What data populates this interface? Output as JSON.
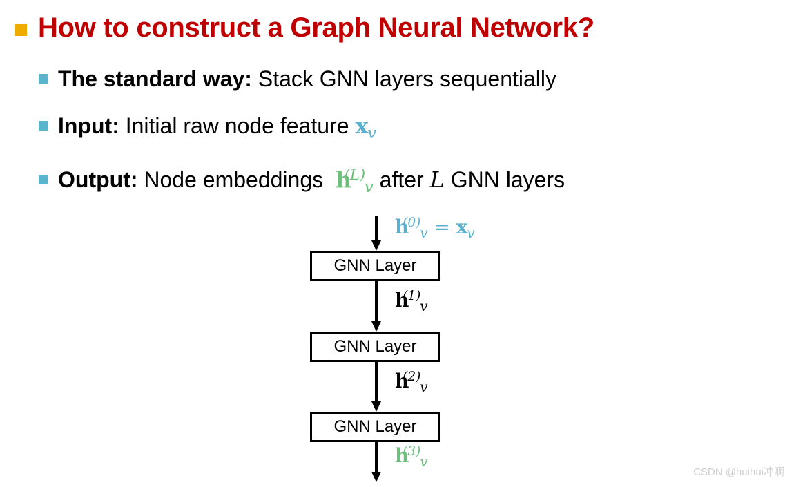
{
  "slide": {
    "title": "How to construct a Graph Neural Network?",
    "title_color": "#C00000",
    "bullet_l1_color": "#F0AB00",
    "bullet_l2_color": "#5BB4CC",
    "background": "#FFFFFF"
  },
  "bullets": [
    {
      "id": "standard-way",
      "label": "The standard way:",
      "body": " Stack GNN layers sequentially",
      "has_math": false
    },
    {
      "id": "input",
      "label": "Input:",
      "body": " Initial raw node feature ",
      "has_math": true,
      "math": {
        "base": "x",
        "sub": "v",
        "sup": "",
        "color": "#5BAFCF"
      }
    },
    {
      "id": "output",
      "label": "Output:",
      "body": " Node embeddings ",
      "has_math": true,
      "math": {
        "base": "h",
        "sub": "v",
        "sup": "(L)",
        "color": "#6CBE7B"
      },
      "tail_pre": " after ",
      "tail_var": "L",
      "tail_post": " GNN layers"
    }
  ],
  "diagram": {
    "boxes": [
      {
        "label": "GNN Layer"
      },
      {
        "label": "GNN Layer"
      },
      {
        "label": "GNN Layer"
      }
    ],
    "edge_labels": [
      {
        "base": "h",
        "sub": "v",
        "sup": "(0)",
        "eq": " = ",
        "base2": "x",
        "sub2": "v",
        "color": "#5BAFCF"
      },
      {
        "base": "h",
        "sub": "v",
        "sup": "(1)",
        "color": "#000000"
      },
      {
        "base": "h",
        "sub": "v",
        "sup": "(2)",
        "color": "#000000"
      },
      {
        "base": "h",
        "sub": "v",
        "sup": "(3)",
        "color": "#6CBE7B"
      }
    ]
  },
  "watermark": {
    "text": "CSDN @huihui冲啊"
  }
}
